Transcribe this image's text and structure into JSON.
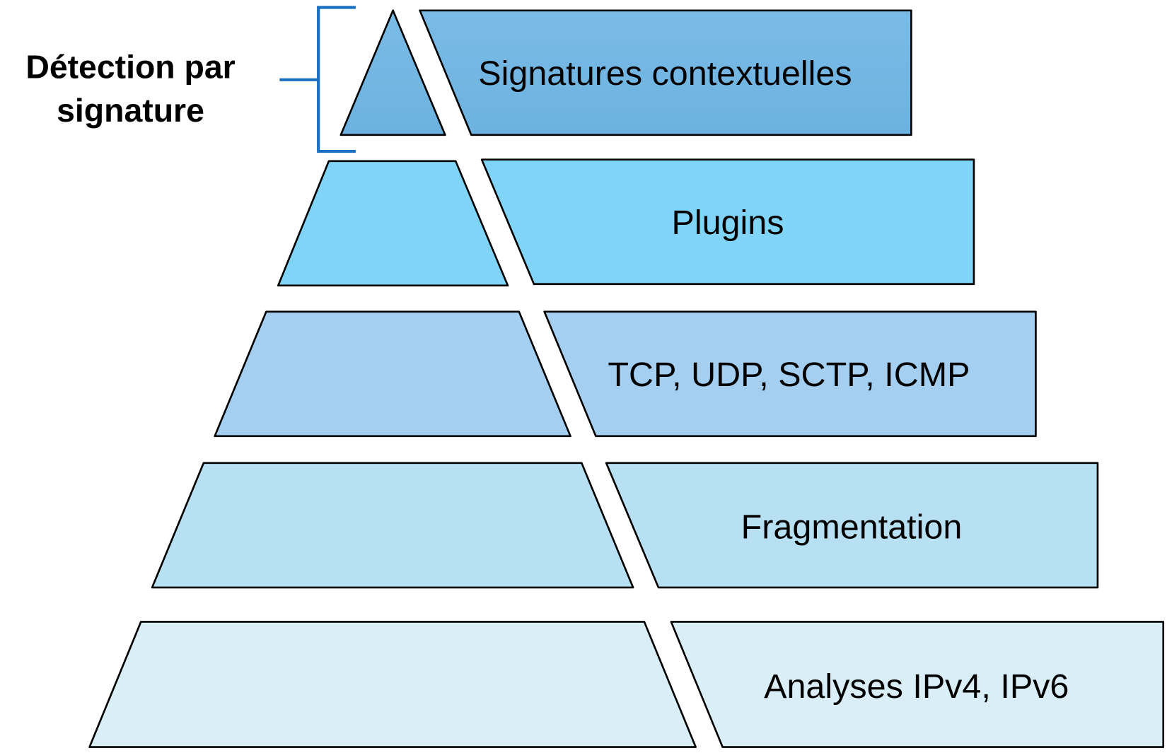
{
  "side_label": {
    "line1": "Détection par",
    "line2": "signature",
    "bracket_color": "#1a6fc0"
  },
  "layers": [
    {
      "label": "Signatures contextuelles",
      "color": "#78b9e5"
    },
    {
      "label": "Plugins",
      "color": "#80d4f8"
    },
    {
      "label": "TCP, UDP, SCTP, ICMP",
      "color": "#a5cff0"
    },
    {
      "label": "Fragmentation",
      "color": "#b7e0f2"
    },
    {
      "label": "Analyses IPv4, IPv6",
      "color": "#d9eef7"
    }
  ]
}
